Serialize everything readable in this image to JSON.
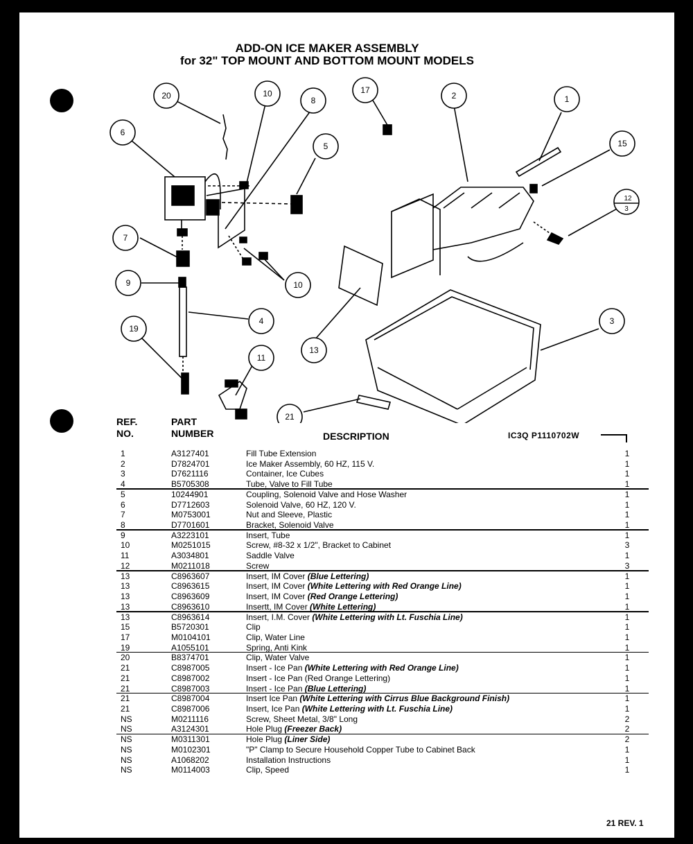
{
  "header": {
    "title_line1": "ADD-ON ICE MAKER ASSEMBLY",
    "title_line2": "for 32\" TOP MOUNT AND BOTTOM MOUNT MODELS"
  },
  "diagram": {
    "callouts": [
      "20",
      "10",
      "8",
      "17",
      "2",
      "1",
      "6",
      "5",
      "15",
      "12",
      "3",
      "7",
      "10",
      "9",
      "4",
      "13",
      "3",
      "19",
      "11",
      "21"
    ]
  },
  "table": {
    "col_ref": "REF.",
    "col_no": "NO.",
    "col_part": "PART",
    "col_number": "NUMBER",
    "col_description": "DESCRIPTION",
    "code": "IC3Q P1110702W",
    "rows": [
      {
        "ref": "1",
        "part": "A3127401",
        "desc": "Fill Tube Extension",
        "note": "",
        "qty": "1"
      },
      {
        "ref": "2",
        "part": "D7824701",
        "desc": "Ice Maker Assembly, 60 HZ, 115 V.",
        "note": "",
        "qty": "1"
      },
      {
        "ref": "3",
        "part": "D7621116",
        "desc": "Container, Ice Cubes",
        "note": "",
        "qty": "1"
      },
      {
        "ref": "4",
        "part": "B5705308",
        "desc": "Tube, Valve to Fill Tube",
        "note": "",
        "qty": "1"
      },
      {
        "ref": "5",
        "part": "10244901",
        "desc": "Coupling, Solenoid Valve and Hose Washer",
        "note": "",
        "qty": "1"
      },
      {
        "ref": "6",
        "part": "D7712603",
        "desc": "Solenoid Valve, 60 HZ, 120 V.",
        "note": "",
        "qty": "1"
      },
      {
        "ref": "7",
        "part": "M0753001",
        "desc": "Nut and Sleeve, Plastic",
        "note": "",
        "qty": "1"
      },
      {
        "ref": "8",
        "part": "D7701601",
        "desc": "Bracket, Solenoid Valve",
        "note": "",
        "qty": "1"
      },
      {
        "ref": "9",
        "part": "A3223101",
        "desc": "Insert, Tube",
        "note": "",
        "qty": "1"
      },
      {
        "ref": "10",
        "part": "M0251015",
        "desc": "Screw, #8-32 x 1/2\", Bracket to Cabinet",
        "note": "",
        "qty": "3"
      },
      {
        "ref": "11",
        "part": "A3034801",
        "desc": "Saddle Valve",
        "note": "",
        "qty": "1"
      },
      {
        "ref": "12",
        "part": "M0211018",
        "desc": "Screw",
        "note": "",
        "qty": "3"
      },
      {
        "ref": "13",
        "part": "C8963607",
        "desc": "Insert, IM Cover",
        "note": "(Blue Lettering)",
        "qty": "1"
      },
      {
        "ref": "13",
        "part": "C8963615",
        "desc": "Insert, IM Cover",
        "note": "(White Lettering with Red Orange Line)",
        "qty": "1"
      },
      {
        "ref": "13",
        "part": "C8963609",
        "desc": "Insert, IM Cover",
        "note": "(Red Orange Lettering)",
        "qty": "1"
      },
      {
        "ref": "13",
        "part": "C8963610",
        "desc": "Insertt, IM Cover",
        "note": "(White Lettering)",
        "qty": "1"
      },
      {
        "ref": "13",
        "part": "C8963614",
        "desc": "Insert, I.M. Cover",
        "note": "(White Lettering with Lt. Fuschia Line)",
        "qty": "1"
      },
      {
        "ref": "15",
        "part": "B5720301",
        "desc": "Clip",
        "note": "",
        "qty": "1"
      },
      {
        "ref": "17",
        "part": "M0104101",
        "desc": "Clip, Water Line",
        "note": "",
        "qty": "1"
      },
      {
        "ref": "19",
        "part": "A1055101",
        "desc": "Spring, Anti Kink",
        "note": "",
        "qty": "1"
      },
      {
        "ref": "20",
        "part": "B8374701",
        "desc": "Clip, Water Valve",
        "note": "",
        "qty": "1"
      },
      {
        "ref": "21",
        "part": "C8987005",
        "desc": "Insert - Ice Pan",
        "note": "(White Lettering with Red Orange Line)",
        "qty": "1"
      },
      {
        "ref": "21",
        "part": "C8987002",
        "desc": "Insert - Ice Pan (Red Orange Lettering)",
        "note": "",
        "qty": "1"
      },
      {
        "ref": "21",
        "part": "C8987003",
        "desc": "Insert - Ice Pan",
        "note": "(Blue Lettering)",
        "qty": "1"
      },
      {
        "ref": "21",
        "part": "C8987004",
        "desc": "Insert Ice Pan",
        "note": "(White Lettering with Cirrus Blue Background Finish)",
        "qty": "1"
      },
      {
        "ref": "21",
        "part": "C8987006",
        "desc": "Insert, Ice Pan",
        "note": "(White Lettering with Lt. Fuschia Line)",
        "qty": "1"
      },
      {
        "ref": "NS",
        "part": "M0211116",
        "desc": "Screw, Sheet Metal, 3/8\" Long",
        "note": "",
        "qty": "2"
      },
      {
        "ref": "NS",
        "part": "A3124301",
        "desc": "Hole Plug",
        "note": "(Freezer Back)",
        "qty": "2"
      },
      {
        "ref": "NS",
        "part": "M0311301",
        "desc": "Hole Plug",
        "note": "(Liner Side)",
        "qty": "2"
      },
      {
        "ref": "NS",
        "part": "M0102301",
        "desc": "\"P\" Clamp to Secure Household Copper Tube to Cabinet Back",
        "note": "",
        "qty": "1"
      },
      {
        "ref": "NS",
        "part": "A1068202",
        "desc": "Installation Instructions",
        "note": "",
        "qty": "1"
      },
      {
        "ref": "NS",
        "part": "M0114003",
        "desc": "Clip, Speed",
        "note": "",
        "qty": "1"
      }
    ]
  },
  "footer": {
    "page": "21 REV. 1"
  }
}
